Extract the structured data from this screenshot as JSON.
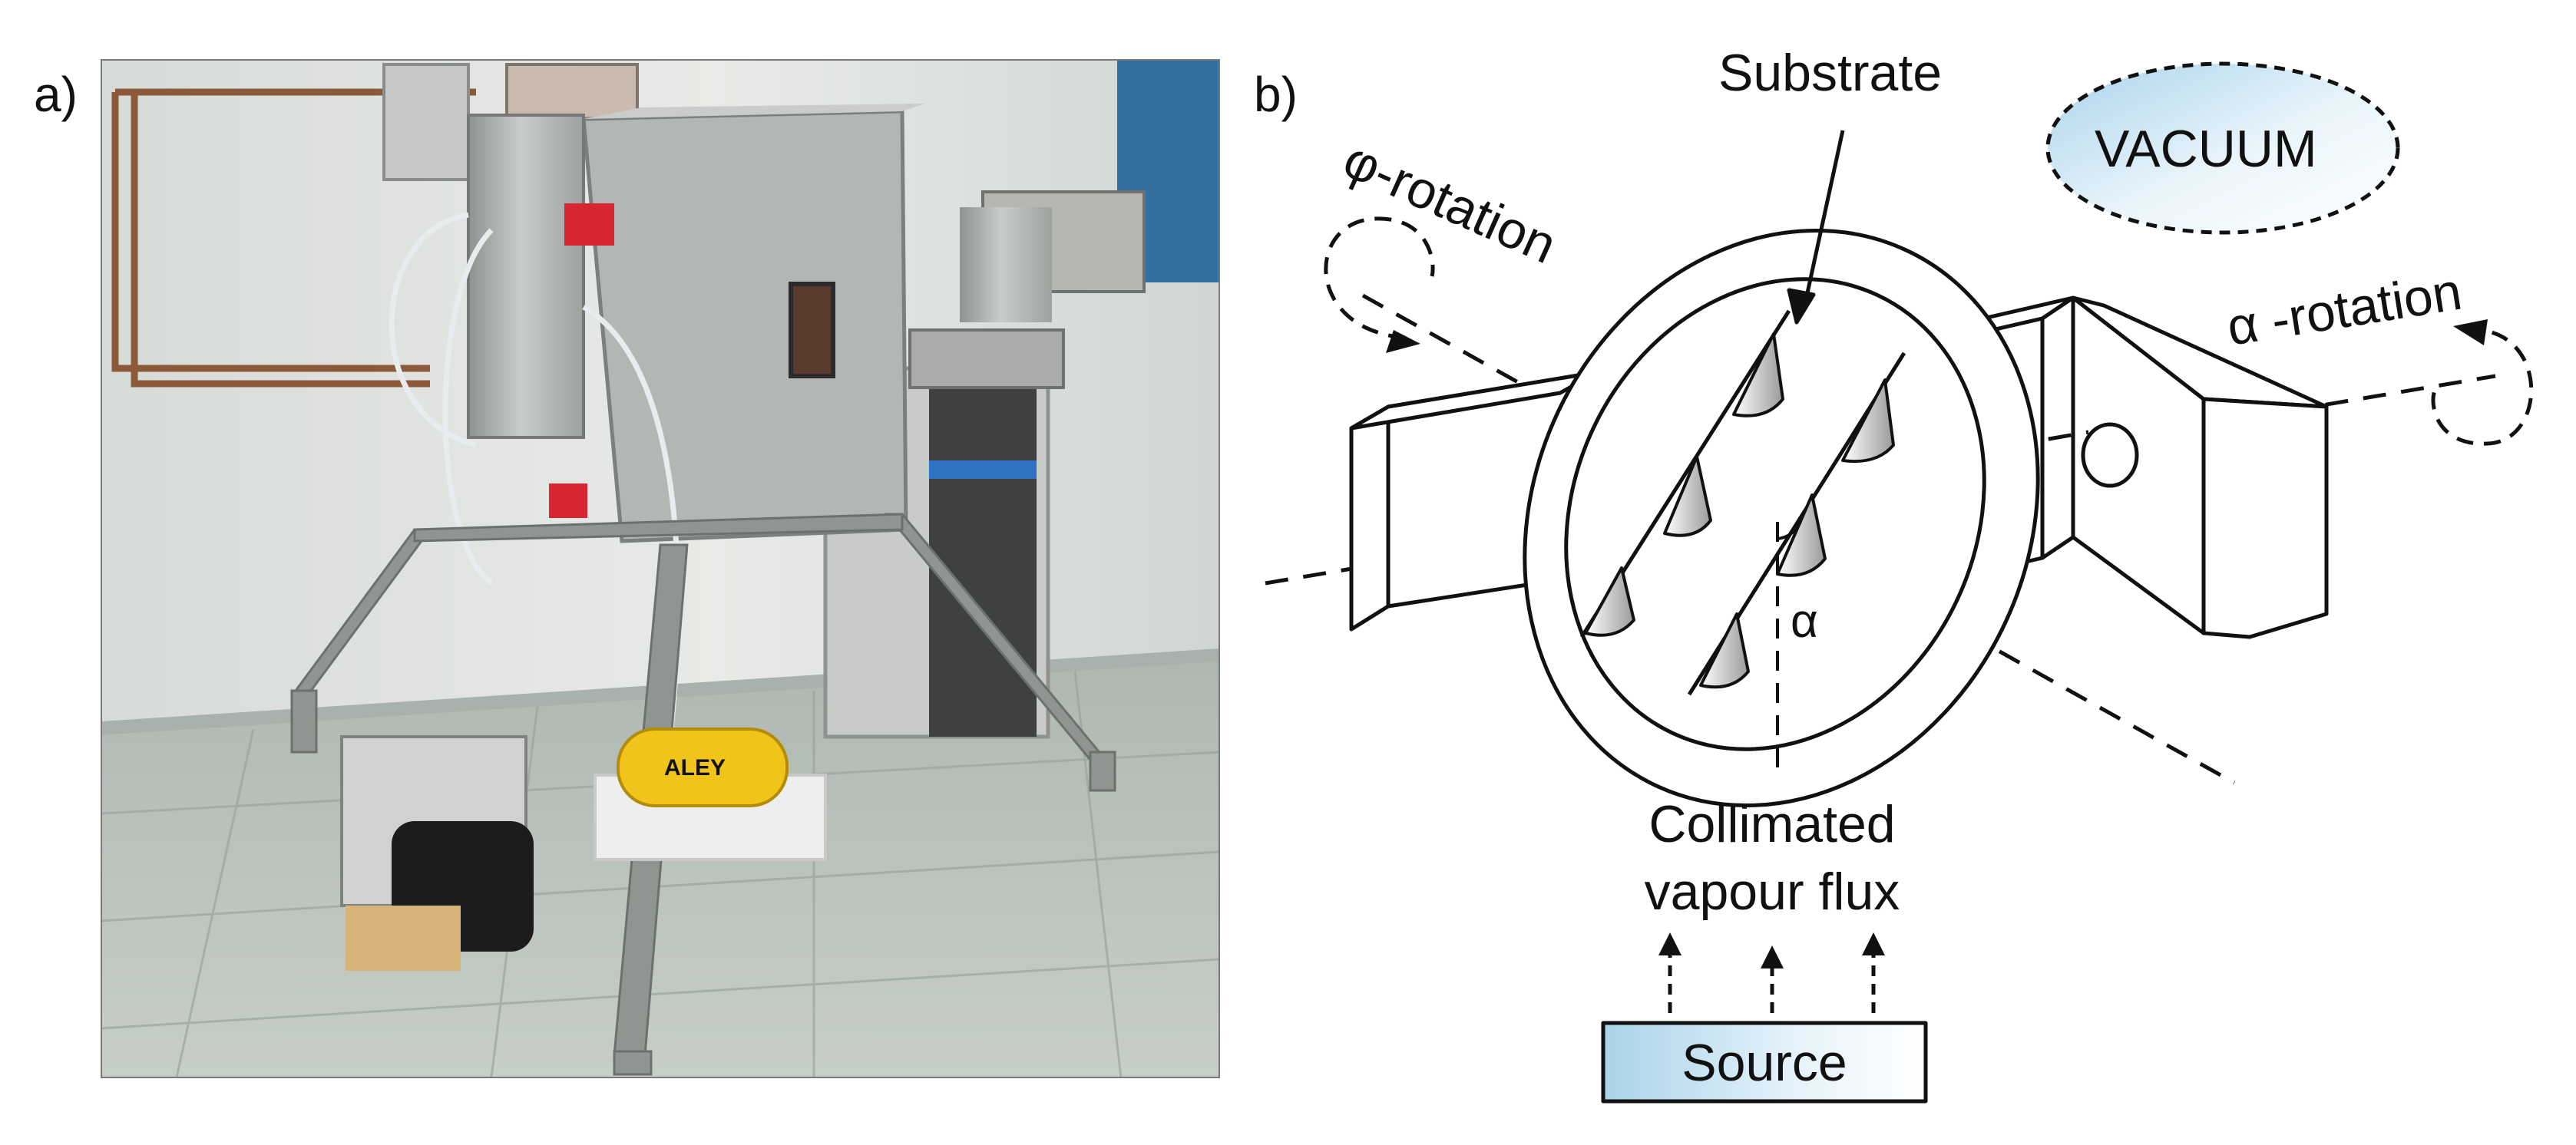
{
  "panels": {
    "a": {
      "label": "a)"
    },
    "b": {
      "label": "b)"
    }
  },
  "diagram": {
    "substrate": "Substrate",
    "vacuum": "VACUUM",
    "phi_rotation": "φ-rotation",
    "alpha_rotation": "α -rotation",
    "alpha": "α",
    "flux_line1": "Collimated",
    "flux_line2": "vapour flux",
    "source": "Source"
  },
  "photo": {
    "compressor_brand_fragment": "ALEY"
  },
  "colors": {
    "gradient_light": "#ffffff",
    "gradient_blue": "#a9d3ea",
    "stroke": "#111111"
  }
}
